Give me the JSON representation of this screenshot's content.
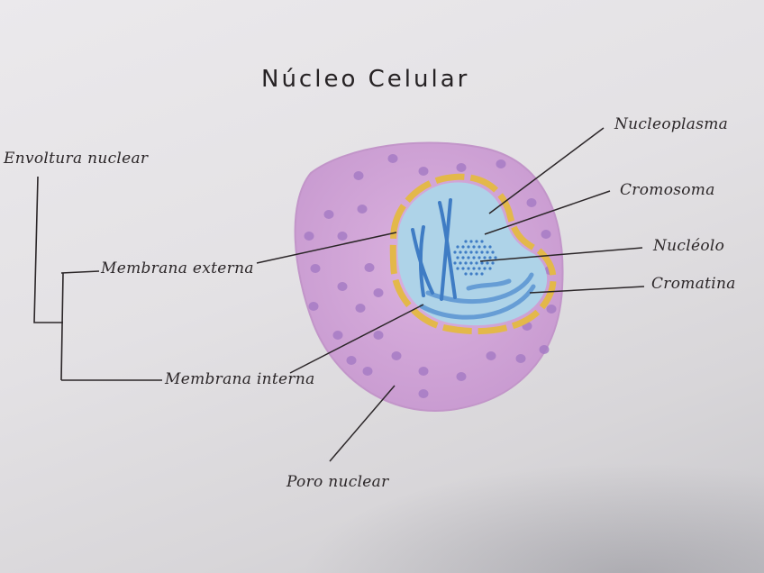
{
  "title": "Núcleo Celular",
  "labels": {
    "envoltura_nuclear": "Envoltura nuclear",
    "membrana_externa": "Membrana externa",
    "membrana_interna": "Membrana interna",
    "poro_nuclear": "Poro nuclear",
    "nucleoplasma": "Nucleoplasma",
    "cromosoma": "Cromosoma",
    "nucleolo": "Nucléolo",
    "cromatina": "Cromatina"
  },
  "colors": {
    "paper": "#e6e4e7",
    "envelope": "#d2a8d6",
    "pores": "#a67bc4",
    "membrane": "#e3b84a",
    "nucleoplasm": "#aed3e8",
    "chromosome": "#3f7cc4",
    "ink": "#2b2628"
  }
}
